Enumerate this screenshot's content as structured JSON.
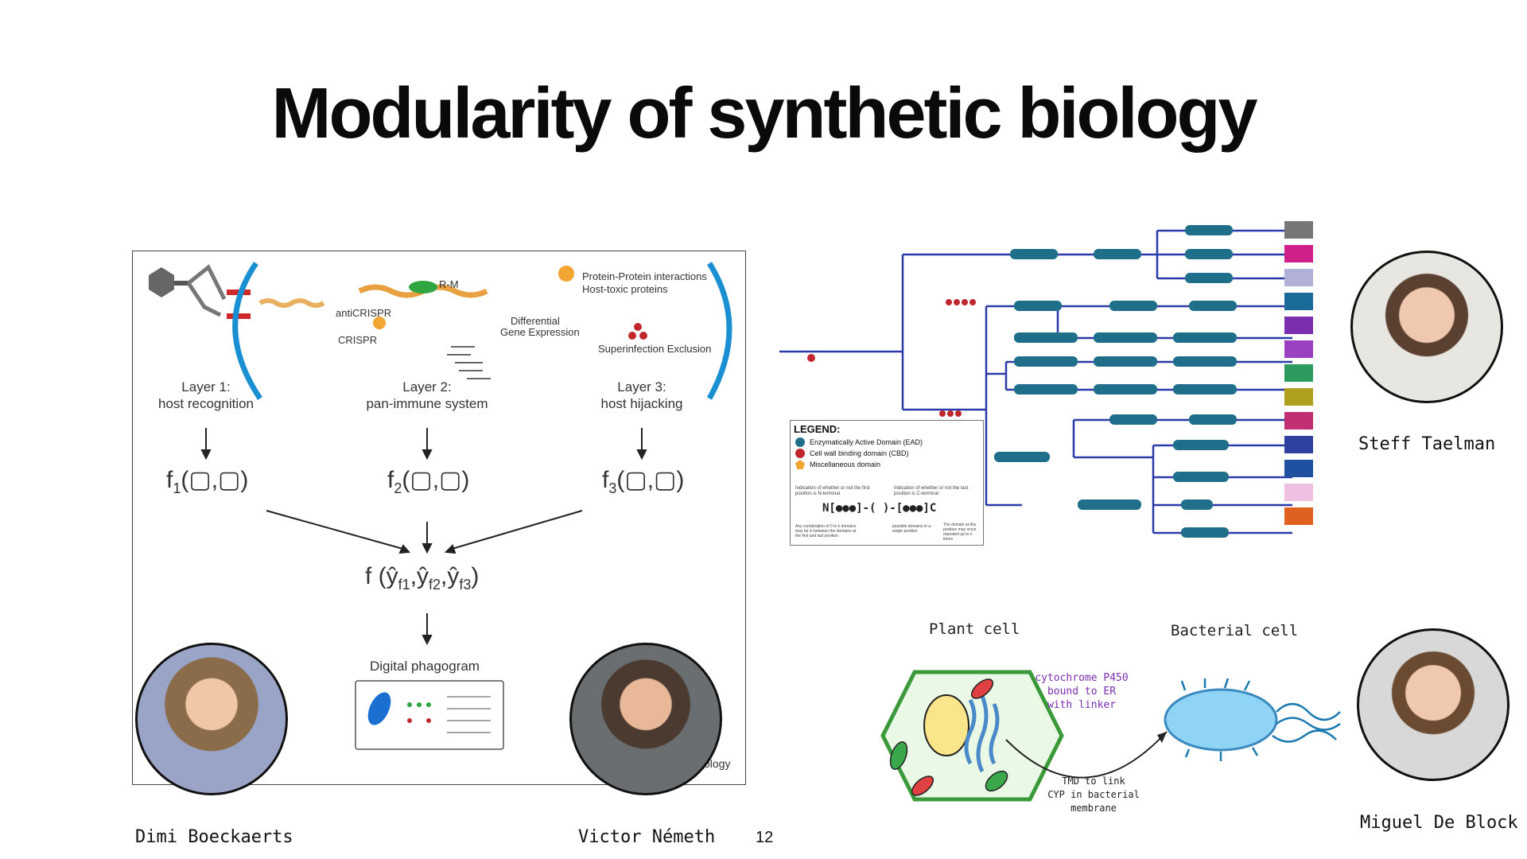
{
  "slide": {
    "title": "Modularity of synthetic biology",
    "page_number": "12"
  },
  "left_figure": {
    "layer1": {
      "title": "Layer 1:",
      "subtitle": "host recognition",
      "func": "f",
      "func_index": "1"
    },
    "layer2": {
      "title": "Layer 2:",
      "subtitle": "pan-immune system",
      "func": "f",
      "func_index": "2",
      "labels": {
        "rm": "R-M",
        "anticrispr": "antiCRISPR",
        "crispr": "CRISPR",
        "diffexp1": "Differential",
        "diffexp2": "Gene Expression"
      }
    },
    "layer3": {
      "title": "Layer 3:",
      "subtitle": "host hijacking",
      "func": "f",
      "func_index": "3",
      "labels": {
        "ppi1": "Protein-Protein interactions",
        "ppi2": "Host-toxic proteins",
        "sie": "Superinfection Exclusion"
      }
    },
    "combined_func": "f (ŷ",
    "digital_phagogram": "Digital phagogram",
    "cropped_text": "ology"
  },
  "tree_figure": {
    "legend_title": "LEGEND:",
    "legend_items": [
      {
        "label": "Enzymatically Active Domain (EAD)",
        "color": "#1f6f8b"
      },
      {
        "label": "Cell wall binding domain (CBD)",
        "color": "#c0282d"
      },
      {
        "label": "Miscellaneous domain",
        "color": "#f2a531"
      }
    ],
    "legend_note_left": "Indication of whether or not the first position is N-terminal",
    "legend_note_right": "Indication of whether or not the last position is C-terminal",
    "legend_bottom_left": "Any combination of 0 to k domains may be in between the domains at the first and last position",
    "legend_bottom_mid": "possible domains in a single position",
    "legend_bottom_right": "The domain at this position may occur repeated up to n times"
  },
  "cell_figure": {
    "plant_cell_label": "Plant cell",
    "bacterial_cell_label": "Bacterial cell",
    "cyp_note_1": "cytochrome P450",
    "cyp_note_2": "bound to ER",
    "cyp_note_3": "with linker",
    "tmd_note_1": "TMD to link",
    "tmd_note_2": "CYP in bacterial",
    "tmd_note_3": "membrane"
  },
  "people": {
    "dimi": "Dimi Boeckaerts",
    "victor": "Victor Németh",
    "steff": "Steff Taelman",
    "miguel": "Miguel De Block"
  },
  "colors": {
    "accent_blue": "#1a8fd1",
    "tree_blue": "#2a3aa8",
    "cell_green": "#3a9a3a",
    "bacteria_blue": "#8fd3f5",
    "note_purple": "#7a2fb0"
  }
}
